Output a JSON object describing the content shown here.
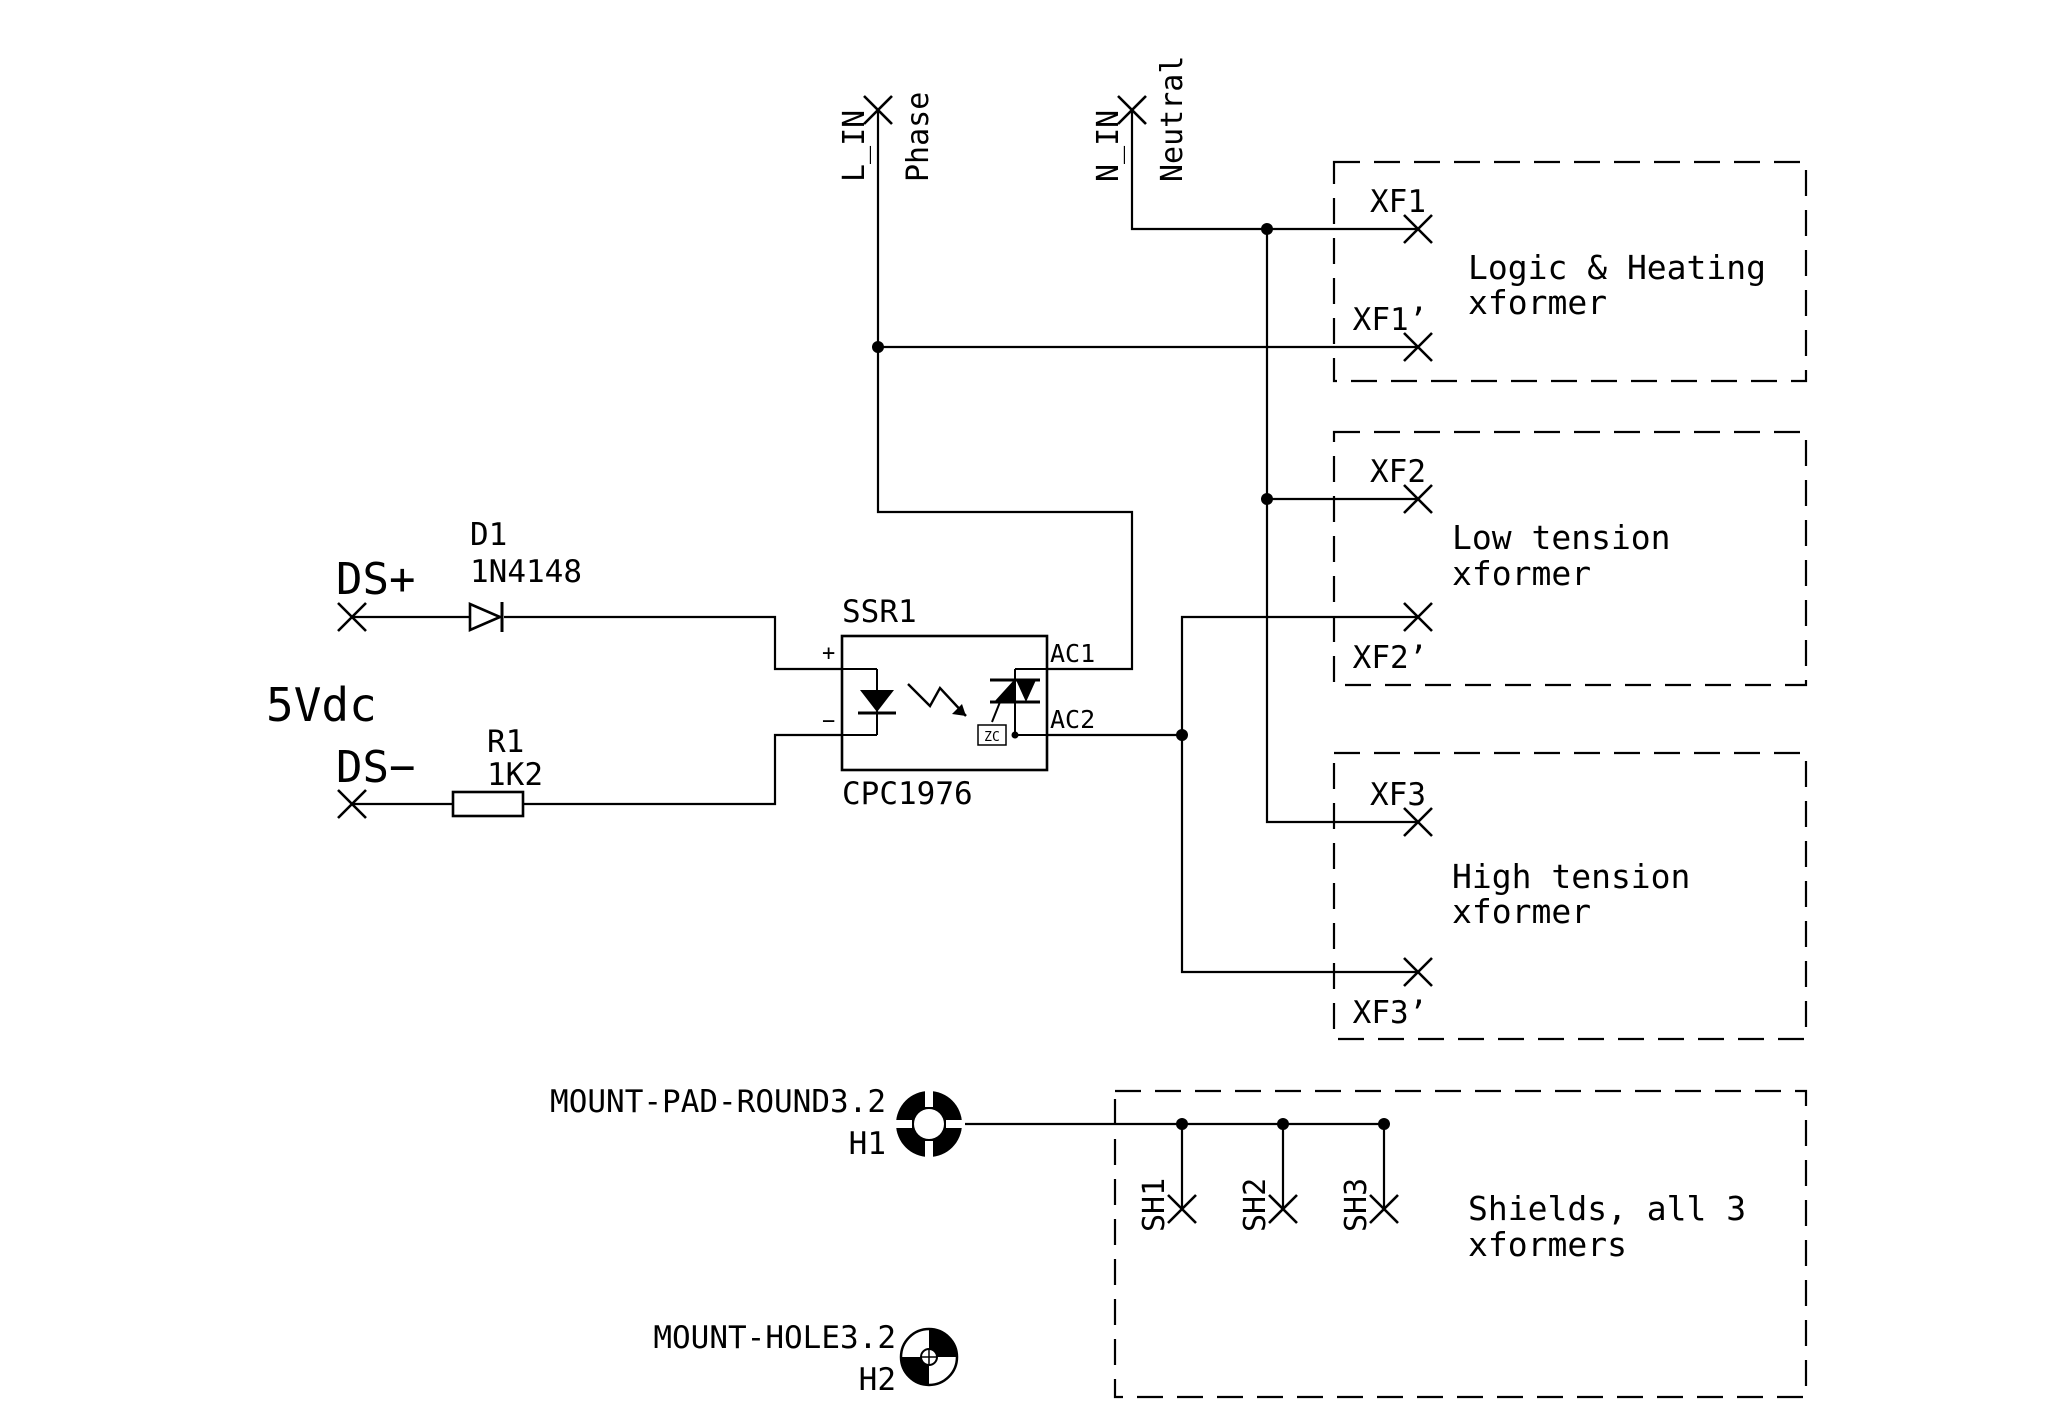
{
  "colors": {
    "ink": "#000000",
    "background": "#ffffff"
  },
  "inputs": {
    "l_in": {
      "label": "L_IN",
      "description": "Phase"
    },
    "n_in": {
      "label": "N_IN",
      "description": "Neutral"
    }
  },
  "dc_side": {
    "ds_plus": "DS+",
    "ds_minus": "DS−",
    "supply": "5Vdc",
    "diode": {
      "ref": "D1",
      "value": "1N4148"
    },
    "resistor": {
      "ref": "R1",
      "value": "1K2"
    }
  },
  "relay": {
    "ref": "SSR1",
    "part": "CPC1976",
    "pin_plus": "+",
    "pin_minus": "−",
    "pin_ac1": "AC1",
    "pin_ac2": "AC2",
    "zc": "ZC"
  },
  "transformers": [
    {
      "pin_a": "XF1",
      "pin_b": "XF1’",
      "line1": "Logic & Heating",
      "line2": "xformer"
    },
    {
      "pin_a": "XF2",
      "pin_b": "XF2’",
      "line1": "Low tension",
      "line2": "xformer"
    },
    {
      "pin_a": "XF3",
      "pin_b": "XF3’",
      "line1": "High tension",
      "line2": "xformer"
    }
  ],
  "shields": {
    "pins": [
      "SH1",
      "SH2",
      "SH3"
    ],
    "line1": "Shields, all 3",
    "line2": "xformers"
  },
  "mounting": {
    "h1": {
      "part": "MOUNT-PAD-ROUND3.2",
      "ref": "H1"
    },
    "h2": {
      "part": "MOUNT-HOLE3.2",
      "ref": "H2"
    }
  }
}
